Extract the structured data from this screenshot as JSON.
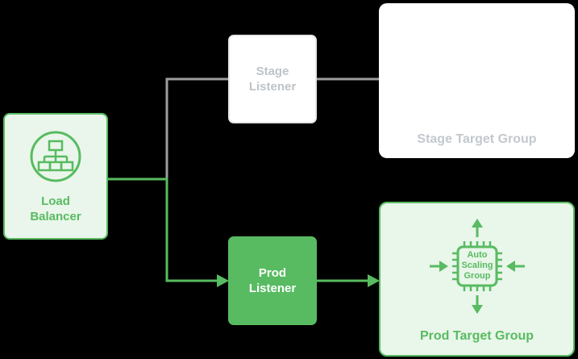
{
  "colors": {
    "green": "#58BB61",
    "green_fill": "#EAF6EB",
    "gray_line": "#9E9E9E",
    "gray_text": "#BDC3C9",
    "white": "#FFFFFF",
    "background": "#000000"
  },
  "nodes": {
    "load_balancer": {
      "label": "Load Balancer"
    },
    "stage_listener": {
      "label": "Stage Listener"
    },
    "prod_listener": {
      "label": "Prod Listener"
    },
    "stage_target_group": {
      "label": "Stage Target Group"
    },
    "prod_target_group": {
      "label": "Prod Target Group"
    },
    "auto_scaling_group": {
      "label": "Auto Scaling Group"
    }
  }
}
